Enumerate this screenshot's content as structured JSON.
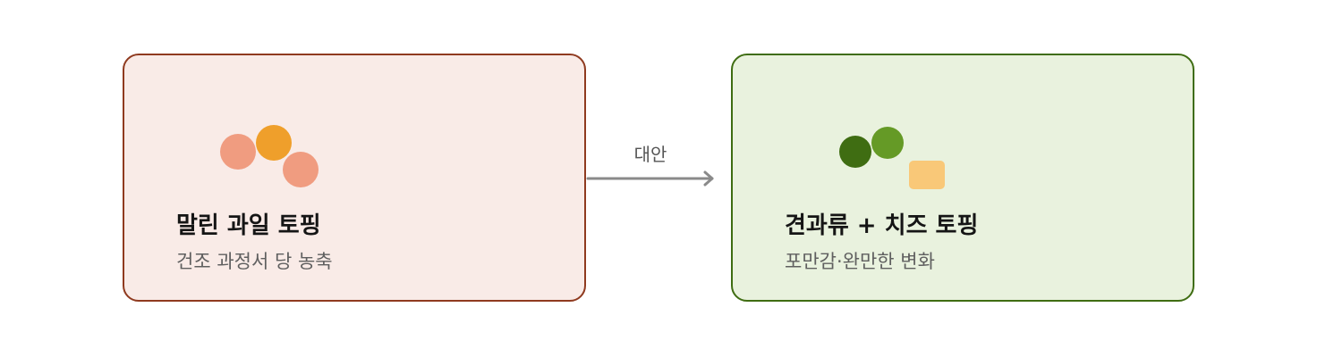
{
  "diagram": {
    "nodes": [
      {
        "id": "dried-fruit",
        "title": "말린 과일 토핑",
        "subtitle": "건조 과정서 당 농축",
        "fill": "#f9ebe7",
        "border": "#8f3a1f",
        "icon_colors": [
          "#f09c80",
          "#ef9f2b",
          "#f09c80"
        ]
      },
      {
        "id": "nuts-cheese",
        "title": "견과류 + 치즈 토핑",
        "subtitle": "포만감·완만한 변화",
        "fill": "#e9f2de",
        "border": "#3f6d12",
        "icon_colors": [
          "#3f6d12",
          "#659a26",
          "#f9c878"
        ]
      }
    ],
    "edge": {
      "from": "dried-fruit",
      "to": "nuts-cheese",
      "label": "대안",
      "color": "#8a8a8a"
    }
  }
}
